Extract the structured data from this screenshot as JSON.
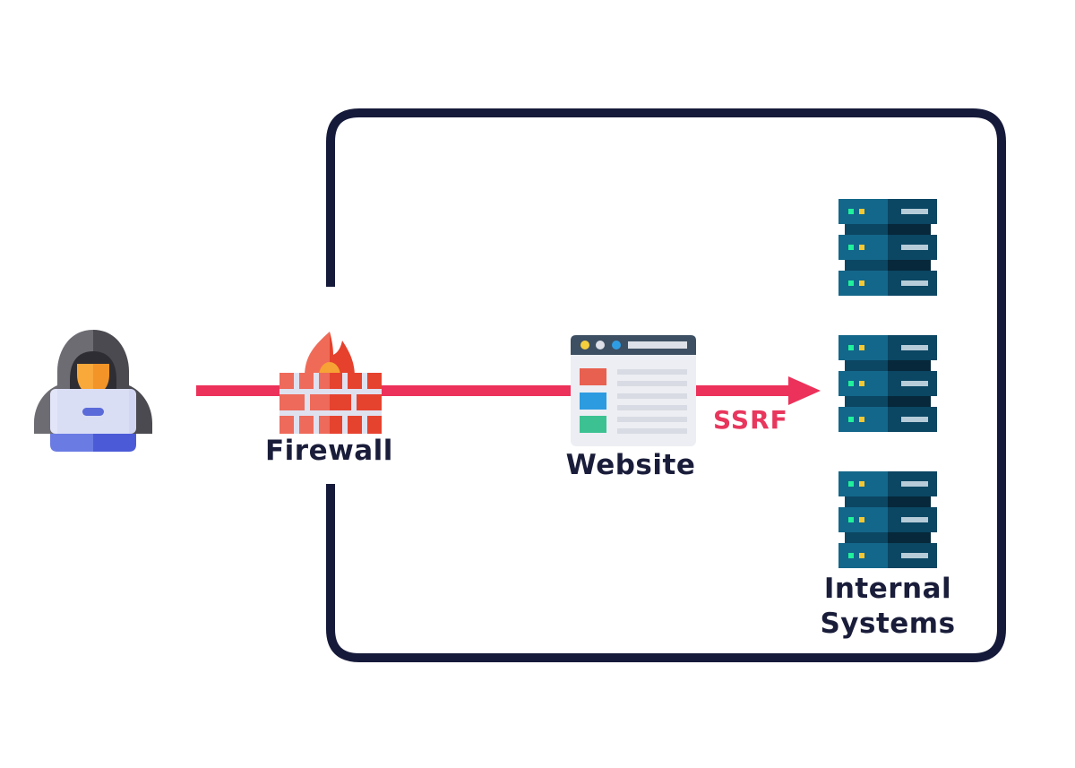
{
  "title": "SSRF attack flow diagram",
  "colors": {
    "boundary": "#161a3a",
    "arrow": "#ec325a",
    "label_text": "#1a1d3a",
    "ssrf_text": "#e8365d",
    "hood_light": "#6e6c73",
    "hood_dark": "#4b4a50",
    "face": "#f7a234",
    "laptop_screen": "#dde0f6",
    "laptop_base": "#5b6bdc",
    "brick_light": "#ee6a5a",
    "brick_dark": "#e6432f",
    "mortar": "#dfe1ef",
    "browser_bar": "#3d4f63",
    "server_light": "#13678a",
    "server_dark": "#0b4663",
    "led_green": "#1ff29a",
    "led_yellow": "#f4c832"
  },
  "nodes": {
    "attacker": {
      "icon": "hacker-icon"
    },
    "firewall": {
      "label": "Firewall",
      "icon": "firewall-icon"
    },
    "website": {
      "label": "Website",
      "icon": "browser-window-icon"
    },
    "internal": {
      "label_line1": "Internal",
      "label_line2": "Systems",
      "icon": "server-rack-icon",
      "count": 3
    }
  },
  "edges": {
    "request": {
      "from": "attacker",
      "to": "website"
    },
    "ssrf": {
      "from": "website",
      "to": "internal",
      "label": "SSRF"
    }
  }
}
